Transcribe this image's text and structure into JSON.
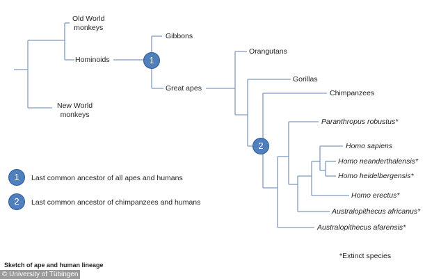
{
  "nodes": {
    "old_world": "Old World\nmonkeys",
    "hominoids": "Hominoids",
    "new_world": "New World\nmonkeys",
    "gibbons": "Gibbons",
    "great_apes": "Great apes",
    "orangutans": "Orangutans",
    "gorillas": "Gorillas",
    "chimpanzees": "Chimpanzees",
    "paranthropus": "Paranthropus robustus*",
    "sapiens": "Homo sapiens",
    "neanderthalensis": "Homo neanderthalensis*",
    "heidelbergensis": "Homo heidelbergensis*",
    "erectus": "Homo erectus*",
    "africanus": "Australopithecus africanus*",
    "afarensis": "Australopithecus afarensis*"
  },
  "badges": {
    "one": "1",
    "two": "2"
  },
  "legend": {
    "one": "Last common  ancestor of all apes and humans",
    "two": "Last common  ancestor of chimpanzees and humans"
  },
  "extinct_note": "*Extinct species",
  "caption": "Sketch of ape and human lineage",
  "credit": "© University of Tübingen",
  "colors": {
    "line": "#7f9cc0",
    "badge_fill": "#4f7fbd",
    "badge_stroke": "#2d5a94"
  }
}
